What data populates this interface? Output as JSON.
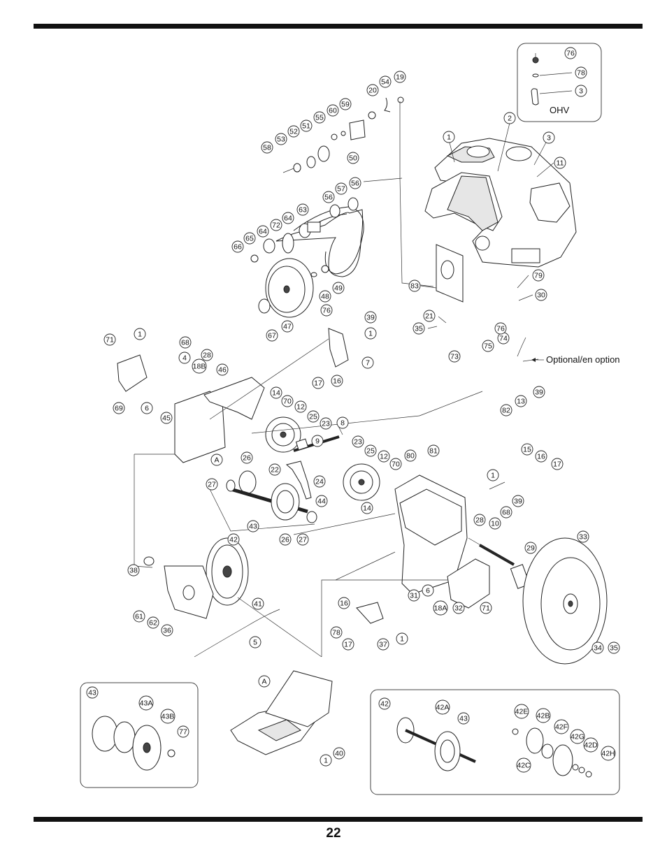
{
  "page": {
    "number": "22"
  },
  "labels": {
    "ohv": "OHV",
    "optional": "Optional/en option"
  },
  "callouts": [
    "76",
    "78",
    "3",
    "19",
    "54",
    "20",
    "59",
    "60",
    "55",
    "51",
    "52",
    "53",
    "58",
    "50",
    "2",
    "1",
    "3",
    "11",
    "56",
    "57",
    "56",
    "63",
    "64",
    "72",
    "65",
    "66",
    "64",
    "48",
    "49",
    "67",
    "47",
    "76",
    "39",
    "1",
    "7",
    "17",
    "16",
    "83",
    "79",
    "30",
    "21",
    "35",
    "71",
    "1",
    "68",
    "28",
    "4",
    "18B",
    "46",
    "69",
    "6",
    "45",
    "14",
    "70",
    "12",
    "25",
    "23",
    "8",
    "9",
    "74",
    "75",
    "76",
    "73",
    "39",
    "13",
    "82",
    "26",
    "22",
    "24",
    "23",
    "25",
    "12",
    "80",
    "81",
    "70",
    "27",
    "44",
    "14",
    "15",
    "16",
    "17",
    "1",
    "39",
    "43",
    "26",
    "27",
    "42",
    "68",
    "28",
    "10",
    "33",
    "38",
    "29",
    "41",
    "6",
    "31",
    "18A",
    "32",
    "71",
    "61",
    "62",
    "36",
    "5",
    "16",
    "78",
    "17",
    "37",
    "1",
    "34",
    "35",
    "43",
    "43A",
    "43B",
    "77",
    "A",
    "40",
    "1",
    "42",
    "42A",
    "43",
    "42E",
    "42B",
    "42F",
    "42G",
    "42D",
    "42H",
    "42C",
    "A"
  ]
}
